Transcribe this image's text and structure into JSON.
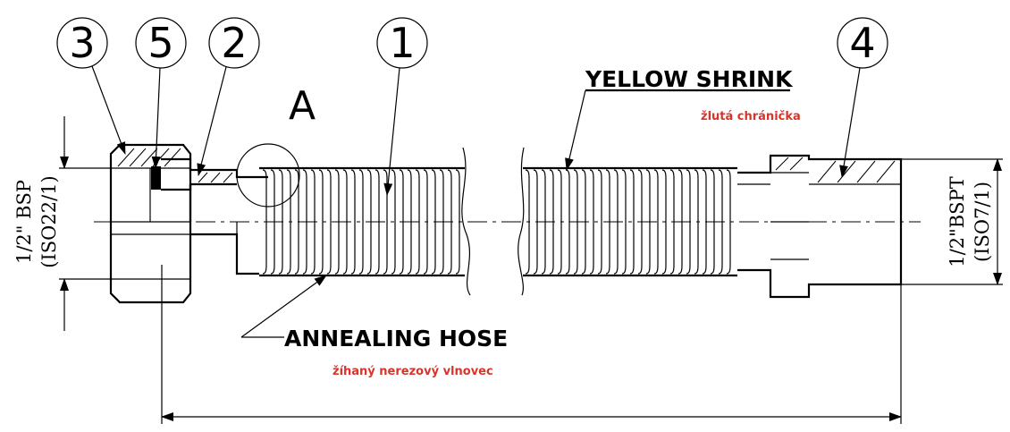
{
  "drawing": {
    "view_label": "A",
    "balloons": [
      {
        "id": "balloon-3",
        "number": "3"
      },
      {
        "id": "balloon-5",
        "number": "5"
      },
      {
        "id": "balloon-2",
        "number": "2"
      },
      {
        "id": "balloon-1",
        "number": "1"
      },
      {
        "id": "balloon-4",
        "number": "4"
      }
    ],
    "labels": {
      "yellow_shrink": "YELLOW SHRINK",
      "yellow_shrink_cz": "žlutá chránička",
      "annealing_hose": "ANNEALING HOSE",
      "annealing_hose_cz": "žíhaný nerezový vlnovec"
    },
    "dimensions": {
      "left_size": "1/2\" BSP",
      "left_std": "(ISO22/1)",
      "right_size": "1/2\"BSPT",
      "right_std": "(ISO7/1)"
    },
    "colors": {
      "line": "#000000",
      "czech_note": "#d9342b"
    }
  }
}
